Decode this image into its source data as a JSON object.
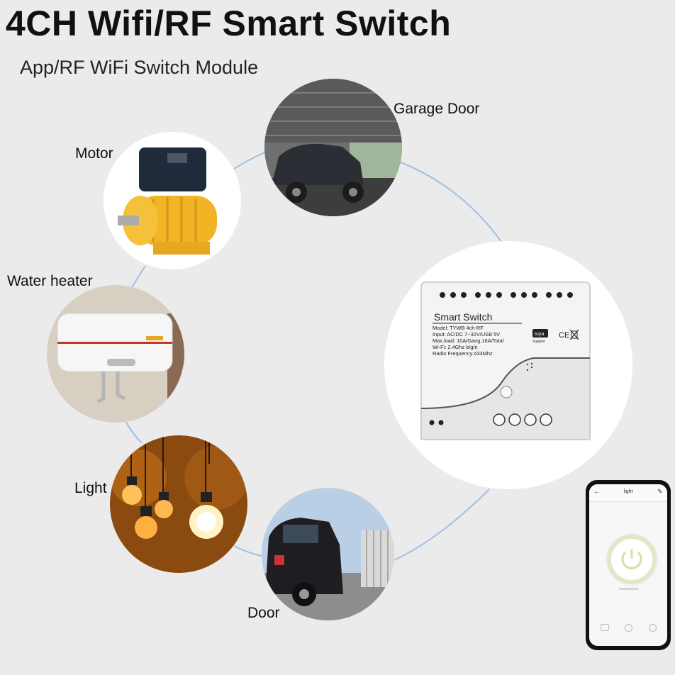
{
  "title": "4CH Wifi/RF Smart Switch",
  "subtitle": "App/RF WiFi Switch Module",
  "labels": {
    "garage_door": "Garage Door",
    "motor": "Motor",
    "water_heater": "Water heater",
    "light": "Light",
    "door": "Door"
  },
  "module": {
    "name": "Smart  Switch",
    "specs": [
      "Model:  TYWB 4ch-RF",
      "Input:  AC/DC 7~32V/USB 5V",
      "Max.load:  10A/Gang,16A/Total",
      "Wi-Fi:  2.4Ghz b/g/n",
      "Radio Frequency:433Mhz"
    ],
    "brand": "tuya",
    "brand_sub": "Support",
    "cert": "CE"
  },
  "phone": {
    "screen_title": "light"
  },
  "colors": {
    "background": "#ebebeb",
    "connector_line": "#9fc0e6",
    "power_ring": "#cfe3a0"
  }
}
